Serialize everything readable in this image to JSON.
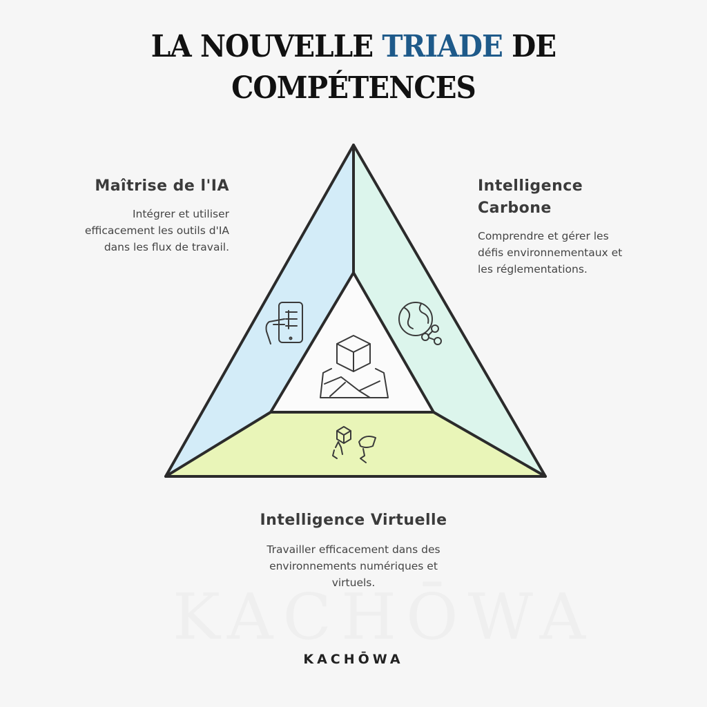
{
  "title": {
    "part1": "LA NOUVELLE",
    "accent": "TRIADE",
    "part2": "DE COMPÉTENCES"
  },
  "skills": {
    "ai": {
      "title": "Maîtrise de l'IA",
      "description": "Intégrer et utiliser efficacement les outils d'IA dans les flux de travail.",
      "icon": "phone-hand-icon",
      "color": "#d3ecf8"
    },
    "carbon": {
      "title": "Intelligence Carbone",
      "description": "Comprendre et gérer les défis environnementaux et les réglementations.",
      "icon": "globe-share-icon",
      "color": "#dcf5ec"
    },
    "virtual": {
      "title": "Intelligence Virtuelle",
      "description": "Travailler efficacement dans des environnements numériques et virtuels.",
      "icon": "vr-interaction-icon",
      "color": "#e9f5b8"
    }
  },
  "center": {
    "icon": "cube-map-icon"
  },
  "watermark": "KACHŌWA",
  "brand": "KACHŌWA",
  "colors": {
    "accent": "#1e5a8a",
    "outline": "#2b2b2b"
  }
}
